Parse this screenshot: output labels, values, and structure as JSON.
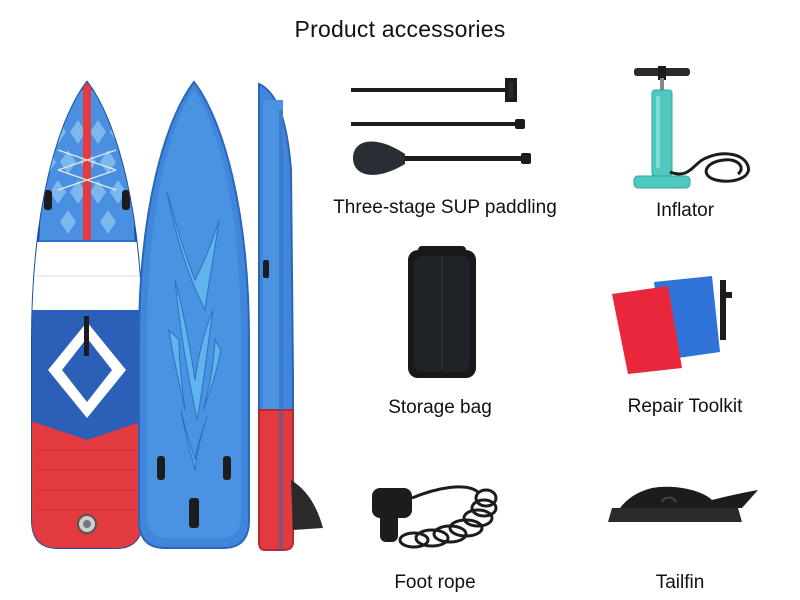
{
  "heading": "Product accessories",
  "items": [
    {
      "label": "Three-stage SUP paddling",
      "icon": "paddle-icon"
    },
    {
      "label": "Inflator",
      "icon": "pump-icon"
    },
    {
      "label": "Storage bag",
      "icon": "bag-icon"
    },
    {
      "label": "Repair Toolkit",
      "icon": "repair-kit-icon"
    },
    {
      "label": "Foot rope",
      "icon": "leash-icon"
    },
    {
      "label": "Tailfin",
      "icon": "fin-icon"
    }
  ],
  "colors": {
    "board_blue": "#2f6fd0",
    "board_light_blue": "#5aa6e6",
    "board_red": "#e33a3f",
    "board_white": "#ffffff",
    "pump_teal": "#4fc8c0",
    "accessory_black": "#1c1c1c"
  }
}
